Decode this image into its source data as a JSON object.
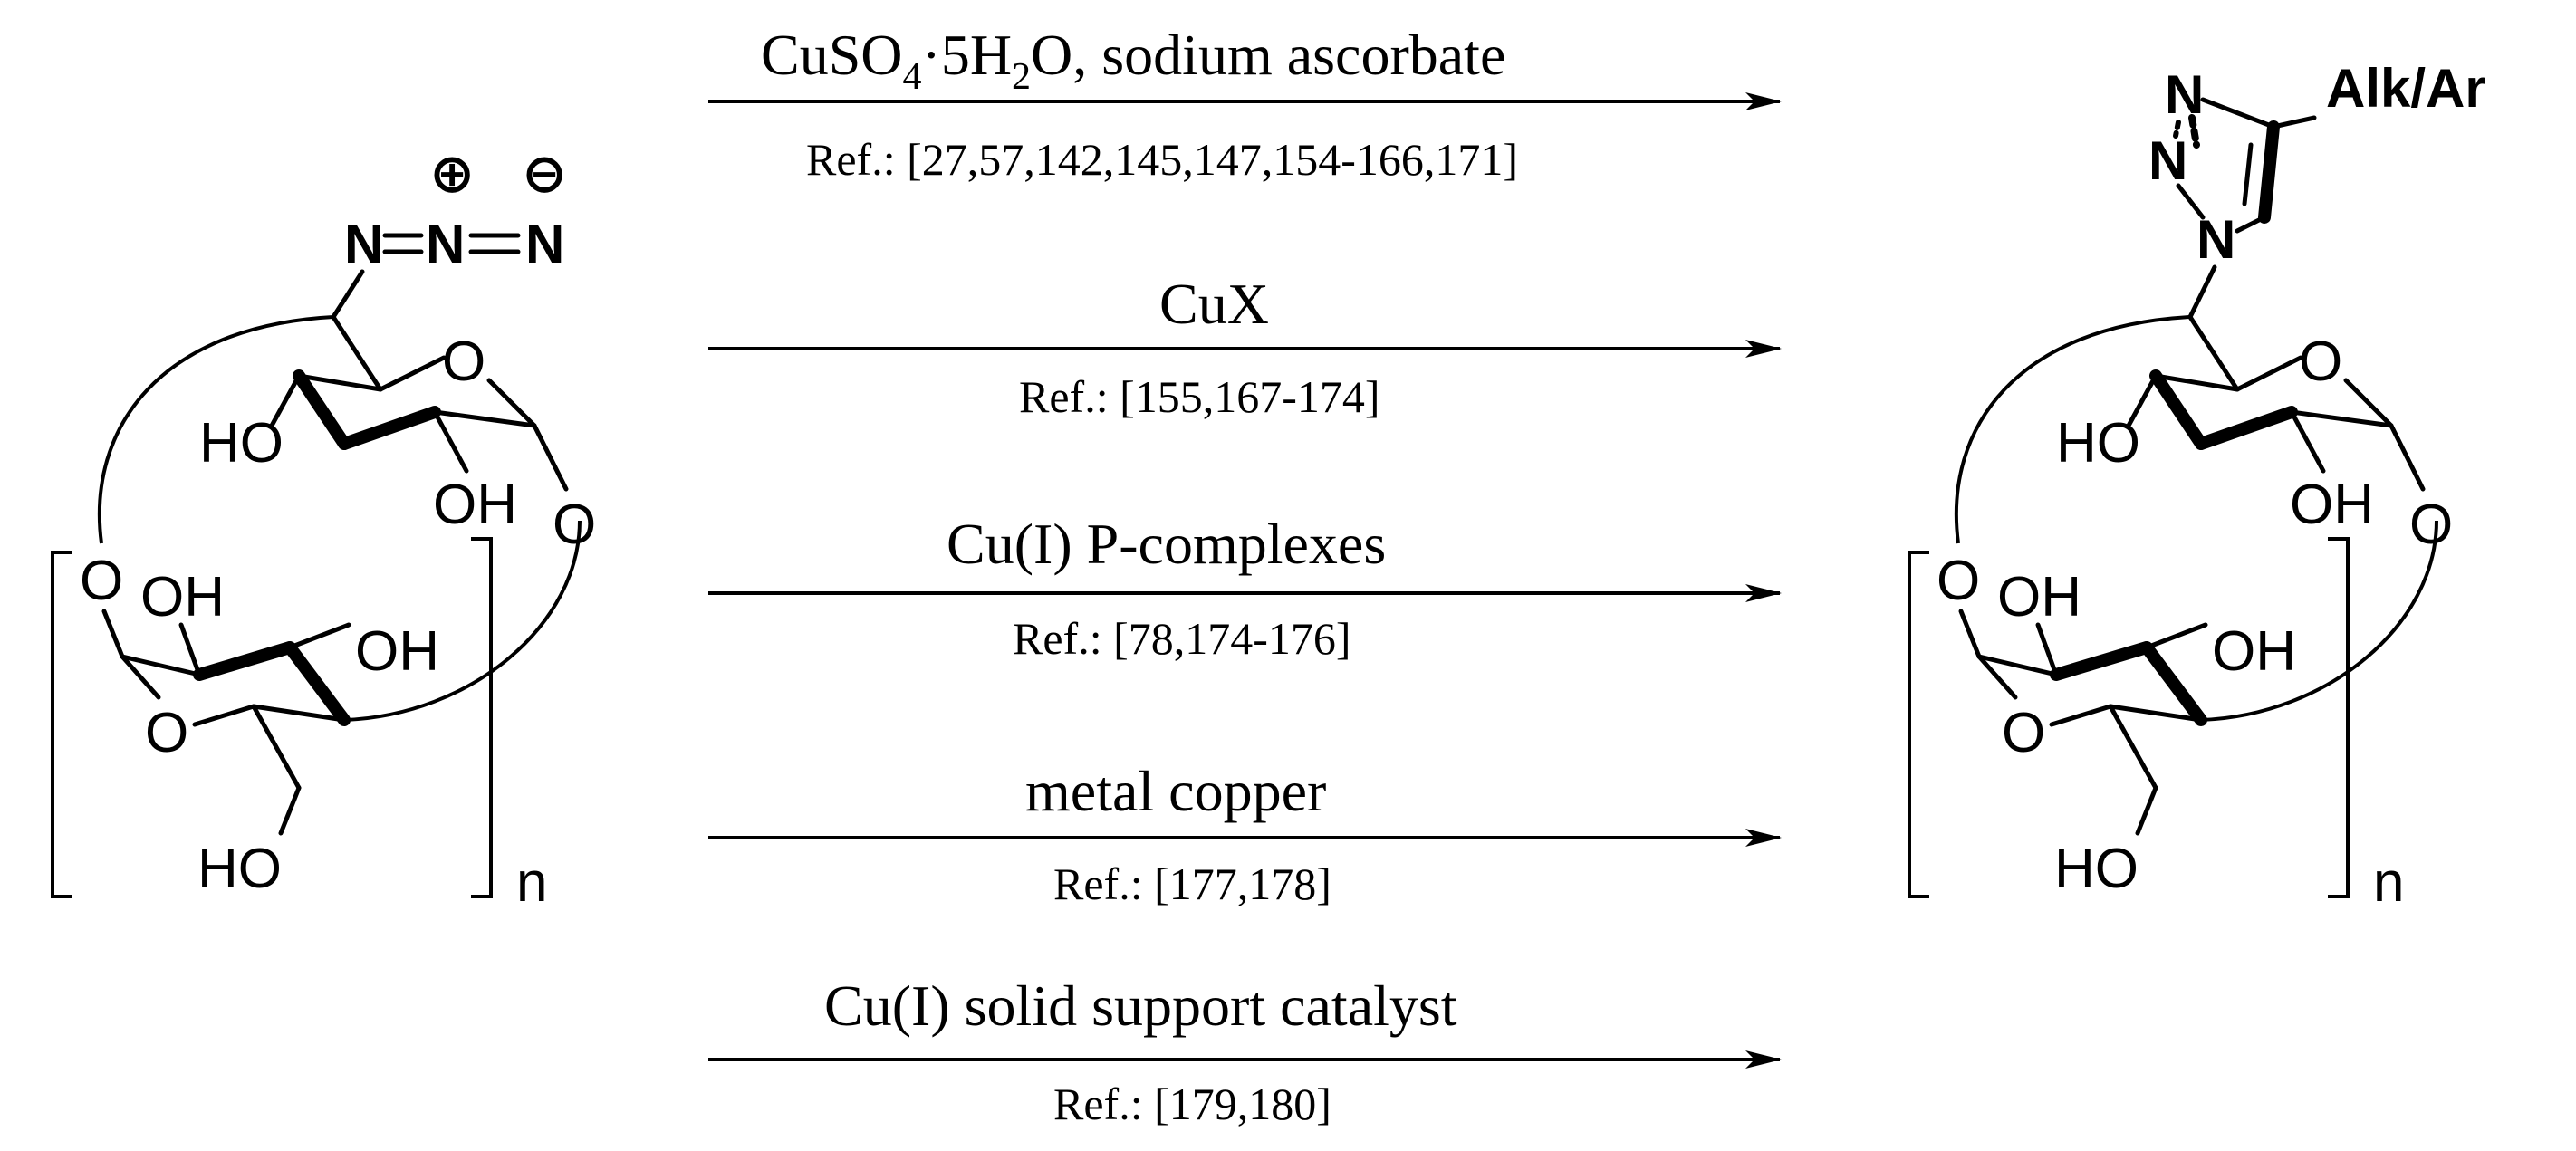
{
  "reactant": {
    "azide_atoms": [
      "N",
      "N",
      "N"
    ],
    "charge_plus": "⊕",
    "charge_minus": "⊖",
    "ring_oxygen": "O",
    "glycosidic_oxygen": "O",
    "lower_glycosidic_oxygen": "O",
    "lower_ring_oxygen": "O",
    "ho_upper": "HO",
    "oh_upper": "OH",
    "oh_lower_left": "OH",
    "oh_lower_right": "OH",
    "ho_bottom": "HO",
    "repeat_subscript": "n"
  },
  "product": {
    "triazole_n1": "N",
    "triazole_n2": "N",
    "triazole_n3": "N",
    "substituent": "Alk/Ar",
    "ring_oxygen": "O",
    "glycosidic_oxygen": "O",
    "lower_glycosidic_oxygen": "O",
    "lower_ring_oxygen": "O",
    "ho_upper": "HO",
    "oh_upper": "OH",
    "oh_lower_left": "OH",
    "oh_lower_right": "OH",
    "ho_bottom": "HO",
    "repeat_subscript": "n"
  },
  "conditions": [
    {
      "label_main": "CuSO",
      "label_sub1": "4",
      "label_mid": "·5H",
      "label_sub2": "2",
      "label_end": "O, sodium ascorbate",
      "ref": "Ref.: [27,57,142,145,147,154-166,171]"
    },
    {
      "label": "CuX",
      "ref": "Ref.: [155,167-174]"
    },
    {
      "label": "Cu(I) P-complexes",
      "ref": "Ref.: [78,174-176]"
    },
    {
      "label": "metal copper",
      "ref": "Ref.: [177,178]"
    },
    {
      "label": "Cu(I) solid support catalyst",
      "ref": "Ref.: [179,180]"
    }
  ]
}
